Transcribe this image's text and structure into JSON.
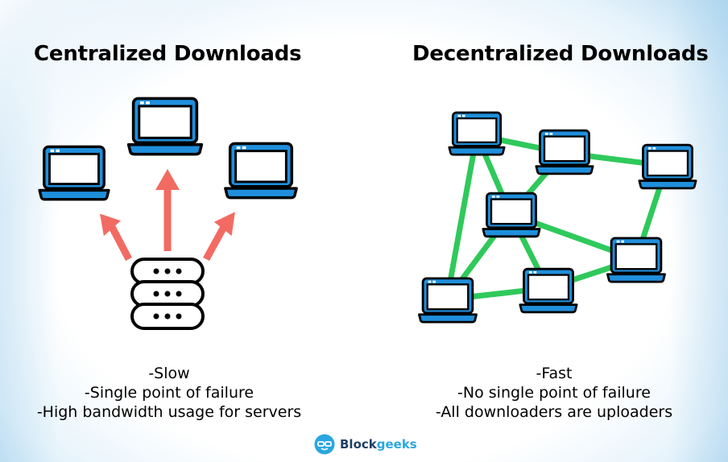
{
  "left_panel": {
    "title": "Centralized Downloads",
    "bullets": [
      "-Slow",
      "-Single point of failure",
      "-High bandwidth usage for servers"
    ]
  },
  "right_panel": {
    "title": "Decentralized Downloads",
    "bullets": [
      "-Fast",
      "-No single point of failure",
      "-All downloaders are uploaders"
    ]
  },
  "brand": {
    "name_part1": "Block",
    "name_part2": "geeks"
  },
  "colors": {
    "laptop_blue": "#1f8fdc",
    "arrow_red": "#f26b62",
    "link_green": "#2fc95b",
    "outline": "#000000",
    "brand_dark": "#1f3f63",
    "brand_accent": "#2aa6e0"
  },
  "icons": [
    "laptop-icon",
    "server-stack-icon",
    "arrow-up-icon",
    "blockgeeks-logo-icon"
  ]
}
